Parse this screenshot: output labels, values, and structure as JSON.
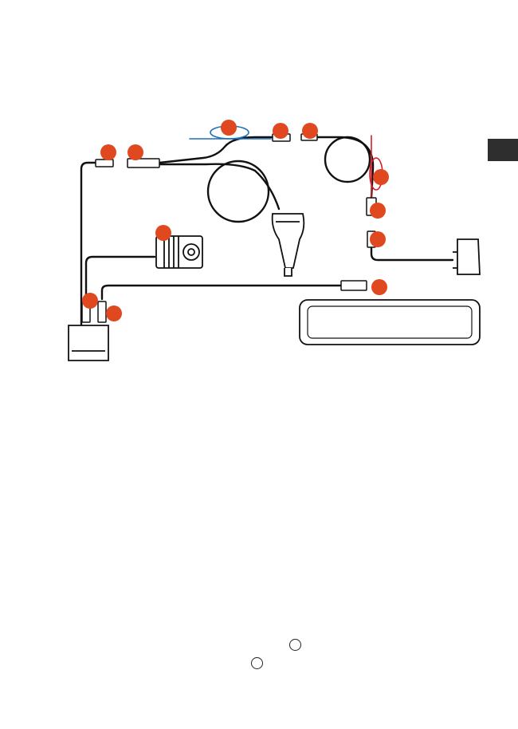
{
  "colors": {
    "callout": "#E0481F",
    "cable": "#111111",
    "blue_wire": "#1E6FB8",
    "red_wire": "#D41E2B",
    "side_tab": "#2E2E2E"
  },
  "callouts": [
    {
      "id": "c1"
    },
    {
      "id": "c2"
    },
    {
      "id": "c3"
    },
    {
      "id": "c4"
    },
    {
      "id": "c5"
    },
    {
      "id": "c6"
    },
    {
      "id": "c7"
    },
    {
      "id": "c8"
    },
    {
      "id": "c9"
    },
    {
      "id": "c10"
    },
    {
      "id": "c11"
    },
    {
      "id": "c12"
    }
  ],
  "icons": [
    "car-charger-icon",
    "rear-camera-icon",
    "junction-box-icon",
    "gps-mount-icon",
    "mirror-monitor-icon"
  ]
}
